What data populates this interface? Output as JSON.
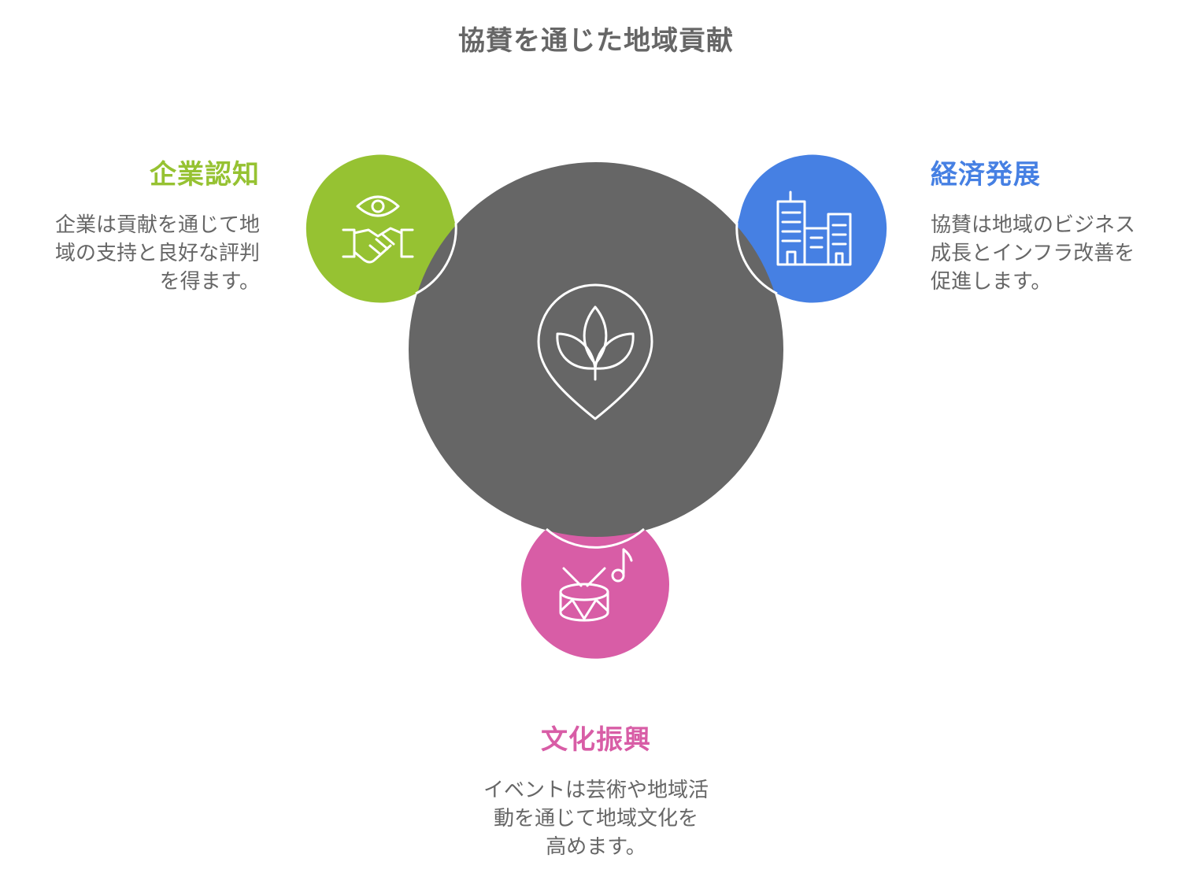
{
  "title": "協賛を通じた地域貢献",
  "colors": {
    "center": "#666666",
    "awareness": "#96c232",
    "economy": "#4680e3",
    "culture": "#d85da6",
    "text": "#666666",
    "icon_stroke": "#ffffff"
  },
  "center": {
    "icon": "leaf-sprout-icon"
  },
  "nodes": [
    {
      "id": "awareness",
      "heading": "企業認知",
      "description": "企業は貢献を通じて地\n域の支持と良好な評判\nを得ます。",
      "icon": "eye-handshake-icon"
    },
    {
      "id": "economy",
      "heading": "経済発展",
      "description": "協賛は地域のビジネス\n成長とインフラ改善を\n促進します。",
      "icon": "office-buildings-icon"
    },
    {
      "id": "culture",
      "heading": "文化振興",
      "description": "イベントは芸術や地域活\n動を通じて地域文化を\n高めます。",
      "icon": "drum-music-note-icon"
    }
  ]
}
